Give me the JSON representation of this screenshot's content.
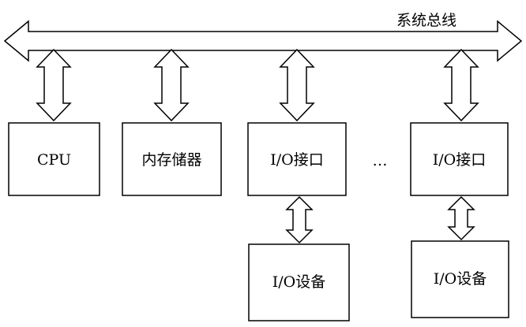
{
  "bus": {
    "label": "系统总线"
  },
  "components": {
    "cpu": "CPU",
    "memory": "内存储器",
    "io_interface_1": "I/O接口",
    "io_interface_2": "I/O接口",
    "ellipsis": "…",
    "io_device_1": "I/O设备",
    "io_device_2": "I/O设备"
  }
}
